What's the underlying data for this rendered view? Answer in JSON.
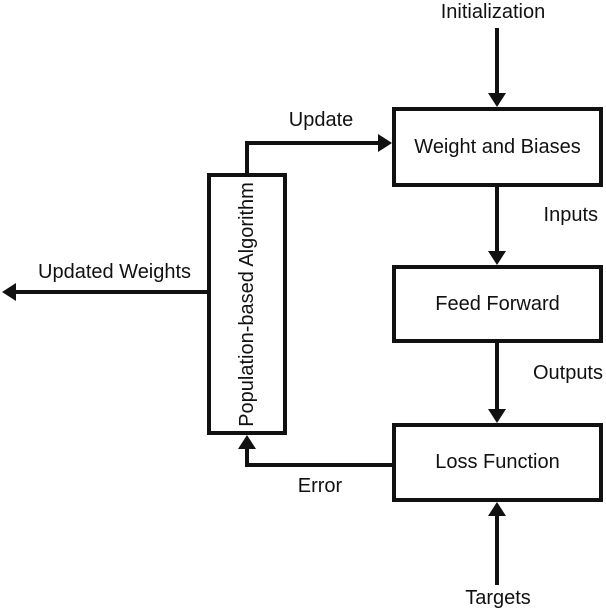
{
  "colors": {
    "stroke": "#111111",
    "background": "#ffffff"
  },
  "nodes": {
    "weight_biases": {
      "label": "Weight and Biases"
    },
    "feed_forward": {
      "label": "Feed Forward"
    },
    "loss_function": {
      "label": "Loss Function"
    },
    "population_algorithm": {
      "label": "Population-based Algorithm"
    }
  },
  "edge_labels": {
    "initialization": "Initialization",
    "update": "Update",
    "inputs": "Inputs",
    "outputs": "Outputs",
    "targets": "Targets",
    "error": "Error",
    "updated_weights": "Updated Weights"
  },
  "edges": [
    {
      "from": "initialization",
      "to": "weight_biases",
      "label": "Initialization"
    },
    {
      "from": "population_algorithm",
      "to": "weight_biases",
      "label": "Update"
    },
    {
      "from": "weight_biases",
      "to": "feed_forward",
      "label": "Inputs"
    },
    {
      "from": "feed_forward",
      "to": "loss_function",
      "label": "Outputs"
    },
    {
      "from": "targets",
      "to": "loss_function",
      "label": "Targets"
    },
    {
      "from": "loss_function",
      "to": "population_algorithm",
      "label": "Error"
    },
    {
      "from": "population_algorithm",
      "to": "output",
      "label": "Updated Weights"
    }
  ]
}
